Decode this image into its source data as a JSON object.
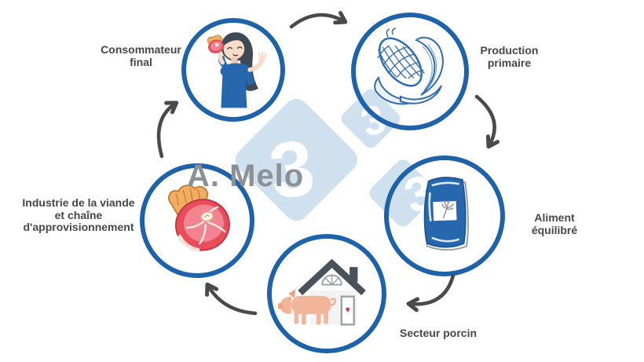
{
  "diagram": {
    "title_watermark": "A. Melo",
    "watermark_digit": "3",
    "colors": {
      "ring_blue": "#1e62a9",
      "arrow_gray": "#4a4a4a",
      "label_gray": "#474747",
      "diamond_light_blue": "#cfe0ee",
      "watermark_text_gray": "#8b9196",
      "feed_bag_blue": "#2767ae",
      "ham_red": "#e84d59",
      "pig_pink": "#f3b59a"
    },
    "nodes": [
      {
        "id": "consommateur-final",
        "icon": "eating-person-icon",
        "lines": [
          "Consommateur",
          "final"
        ]
      },
      {
        "id": "production-primaire",
        "icon": "corn-icon",
        "lines": [
          "Production",
          "primaire"
        ]
      },
      {
        "id": "aliment-equilibre",
        "icon": "feed-bag-icon",
        "lines": [
          "Aliment",
          "équilibré"
        ]
      },
      {
        "id": "secteur-porcin",
        "icon": "pig-house-icon",
        "lines": [
          "Secteur porcin"
        ]
      },
      {
        "id": "industrie-viande",
        "icon": "ham-icon",
        "lines": [
          "Industrie de la viande",
          "et chaîne",
          "d'approvisionnement"
        ]
      }
    ],
    "flow": [
      {
        "from": "consommateur-final",
        "to": "production-primaire"
      },
      {
        "from": "production-primaire",
        "to": "aliment-equilibre"
      },
      {
        "from": "aliment-equilibre",
        "to": "secteur-porcin"
      },
      {
        "from": "secteur-porcin",
        "to": "industrie-viande"
      },
      {
        "from": "industrie-viande",
        "to": "consommateur-final"
      }
    ]
  }
}
